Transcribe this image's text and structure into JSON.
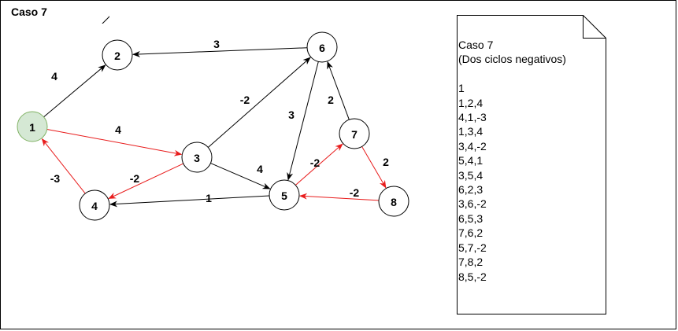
{
  "container": {
    "title": "Caso 7"
  },
  "colors": {
    "black_edge": "#000000",
    "red_edge": "#e81c1c",
    "start_fill": "#d5e8d4",
    "start_stroke": "#82b366"
  },
  "graph": {
    "nodes": [
      {
        "id": "1",
        "label": "1",
        "start": true
      },
      {
        "id": "2",
        "label": "2"
      },
      {
        "id": "3",
        "label": "3"
      },
      {
        "id": "4",
        "label": "4"
      },
      {
        "id": "5",
        "label": "5"
      },
      {
        "id": "6",
        "label": "6"
      },
      {
        "id": "7",
        "label": "7"
      },
      {
        "id": "8",
        "label": "8"
      }
    ],
    "edges": [
      {
        "from": "1",
        "to": "2",
        "weight": "4",
        "color": "black"
      },
      {
        "from": "1",
        "to": "3",
        "weight": "4",
        "color": "red"
      },
      {
        "from": "4",
        "to": "1",
        "weight": "-3",
        "color": "red"
      },
      {
        "from": "3",
        "to": "4",
        "weight": "-2",
        "color": "red"
      },
      {
        "from": "5",
        "to": "4",
        "weight": "1",
        "color": "black"
      },
      {
        "from": "3",
        "to": "5",
        "weight": "4",
        "color": "black"
      },
      {
        "from": "6",
        "to": "2",
        "weight": "3",
        "color": "black"
      },
      {
        "from": "3",
        "to": "6",
        "weight": "-2",
        "color": "black"
      },
      {
        "from": "6",
        "to": "5",
        "weight": "3",
        "color": "black"
      },
      {
        "from": "7",
        "to": "6",
        "weight": "2",
        "color": "black"
      },
      {
        "from": "5",
        "to": "7",
        "weight": "-2",
        "color": "red"
      },
      {
        "from": "7",
        "to": "8",
        "weight": "2",
        "color": "red"
      },
      {
        "from": "8",
        "to": "5",
        "weight": "-2",
        "color": "red"
      }
    ]
  },
  "note": {
    "lines": [
      "Caso 7",
      "(Dos ciclos negativos)",
      "",
      "1",
      "1,2,4",
      "4,1,-3",
      "1,3,4",
      "3,4,-2",
      "5,4,1",
      "3,5,4",
      "6,2,3",
      "3,6,-2",
      "6,5,3",
      "7,6,2",
      "5,7,-2",
      "7,8,2",
      "8,5,-2"
    ]
  }
}
